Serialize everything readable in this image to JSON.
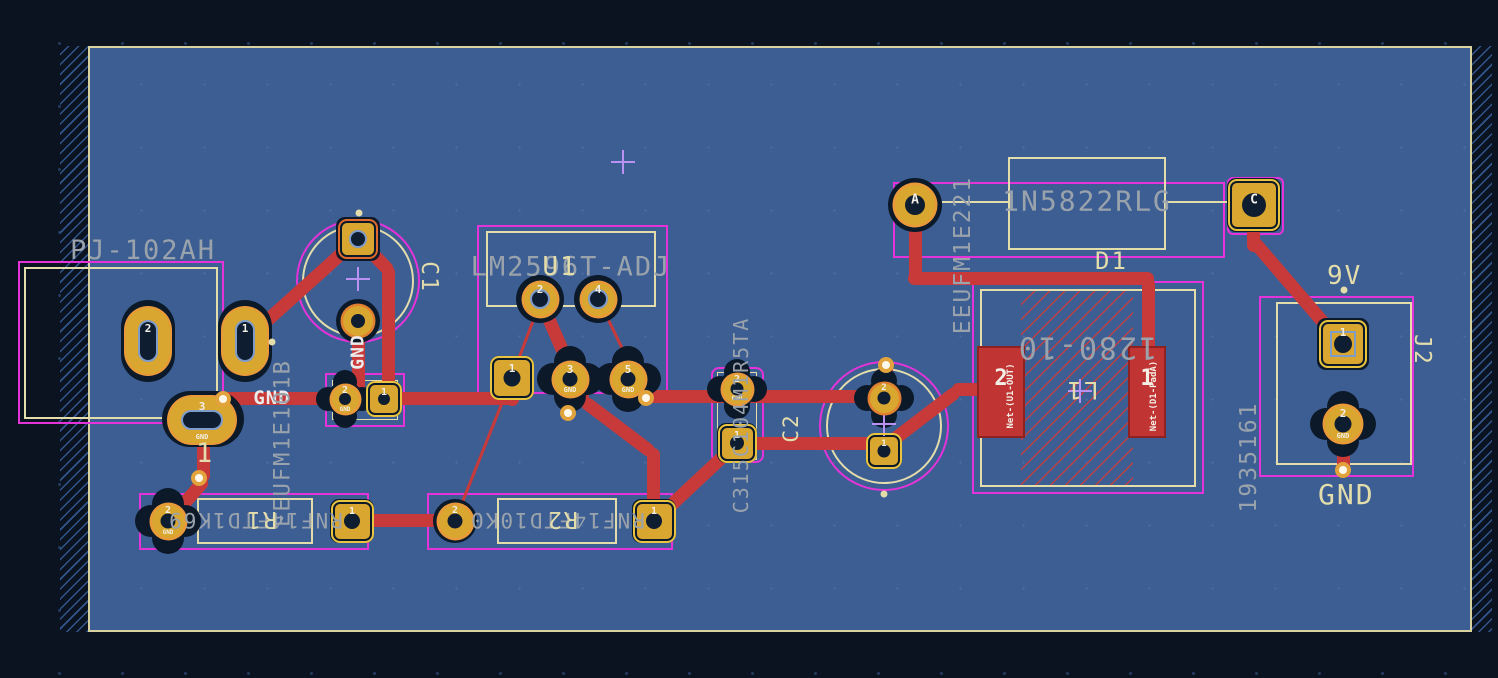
{
  "canvas": {
    "type": "pcb-layout-editor-canvas"
  },
  "palette": {
    "background": "#0b1320",
    "board_copper_blue": "#3c5e93",
    "track_red": "#c83a3a",
    "pad_gold": "#d9a62f",
    "courtyard_magenta": "#e433d8",
    "silkscreen_cream": "#e3dcab",
    "fab_gray": "#9aa3ac",
    "edge_cuts": "#d9d3a2",
    "zone_pad_red": "#c03434",
    "via_white": "#fdf8ec",
    "anchor_lavender": "#b991f2"
  },
  "components": {
    "J1": {
      "footprint_label": "PJ-102AH",
      "ref_visible": "1",
      "pad2_num": "2",
      "pad1_num": "1",
      "pad3_num": "3",
      "pad3_net": "GND"
    },
    "C1": {
      "ref": "C1",
      "value_vertical": "EEUFM1E101B"
    },
    "CIN": {
      "pad2_num": "2",
      "pad2_net": "GND",
      "pad1_num": "1"
    },
    "U1": {
      "ref": "U1",
      "value": "LM2596T-ADJ",
      "pad1_num": "1",
      "pad2_num": "2",
      "pad3_num": "3",
      "pad3_net": "GND",
      "pad4_num": "4",
      "pad5_num": "5",
      "pad5_net": "GND"
    },
    "R1": {
      "ref": "R1",
      "value": "RNF14FTD1K69",
      "pad2_num": "2",
      "pad2_net": "GND",
      "pad1_num": "1"
    },
    "R2": {
      "ref": "R2",
      "value": "RNF14FTD10K0",
      "pad2_num": "2",
      "pad1_num": "1"
    },
    "C2": {
      "ref": "C2",
      "value_vertical": "C315C104M1R5TA",
      "pad2_num": "2",
      "pad2_net": "GND",
      "pad1_num": "1"
    },
    "C4": {
      "value_vertical": "EEUFM1E221",
      "pad2_num": "2",
      "pad1_num": "1"
    },
    "D1": {
      "ref": "D1",
      "value": "1N5822RLG",
      "padA_num": "A",
      "padC_num": "C"
    },
    "L1": {
      "ref": "L1",
      "value_rotated": "1280-10",
      "pad2_num": "2",
      "pad2_net": "Net-(U1-OUT)",
      "pad1_num": "1",
      "pad1_net": "Net-(D1-PadA)"
    },
    "J2": {
      "ref": "J2",
      "label_9v": "9V",
      "label_gnd": "GND",
      "value_vertical": "1935161",
      "pad1_num": "1",
      "pad2_num": "2",
      "pad2_net": "GND"
    }
  },
  "track_labels": {
    "gnd_horizontal": "GND",
    "gnd_vertical": "GND"
  }
}
